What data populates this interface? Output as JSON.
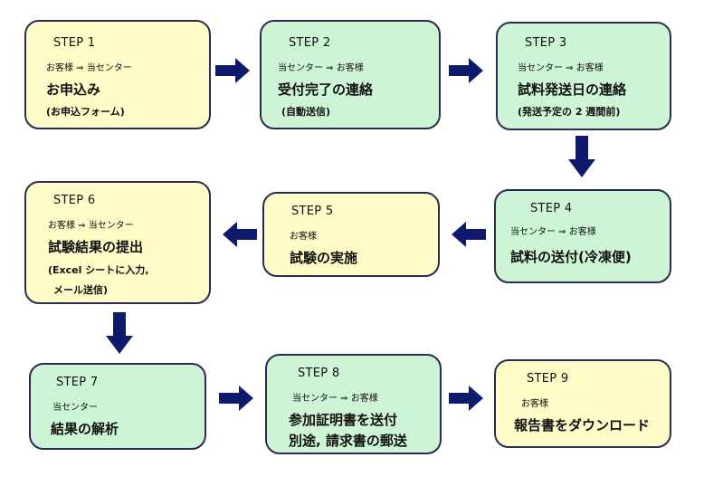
{
  "colors": {
    "yellow": "#fffcc8",
    "green": "#cef4d6",
    "border": "#2a2a55",
    "arrow": "#0e1a6b"
  },
  "steps": [
    {
      "label": "STEP 1",
      "direction": "お客様 ⇒ 当センター",
      "title": "お申込み",
      "sub": "(お申込フォーム)",
      "color": "#fffcc8"
    },
    {
      "label": "STEP 2",
      "direction": "当センター ⇒ お客様",
      "title": "受付完了の連絡",
      "sub": "(自動送信)",
      "color": "#cef4d6"
    },
    {
      "label": "STEP 3",
      "direction": "当センター ⇒ お客様",
      "title": "試料発送日の連絡",
      "sub": "(発送予定の 2 週間前)",
      "color": "#cef4d6"
    },
    {
      "label": "STEP 4",
      "direction": "当センター ⇒ お客様",
      "title": "試料の送付(冷凍便)",
      "sub": "",
      "color": "#cef4d6"
    },
    {
      "label": "STEP 5",
      "direction": "お客様",
      "title": "試験の実施",
      "sub": "",
      "color": "#fffcc8"
    },
    {
      "label": "STEP 6",
      "direction": "お客様 ⇒ 当センター",
      "title": "試験結果の提出",
      "sub": "(Excel シートに入力,",
      "sub2": "メール送信)",
      "color": "#fffcc8"
    },
    {
      "label": "STEP 7",
      "direction": "当センター",
      "title": "結果の解析",
      "sub": "",
      "color": "#cef4d6"
    },
    {
      "label": "STEP 8",
      "direction": "当センター ⇒ お客様",
      "title": "参加証明書を送付",
      "title2": "別途, 請求書の郵送",
      "color": "#cef4d6"
    },
    {
      "label": "STEP 9",
      "direction": "お客様",
      "title": "報告書をダウンロード",
      "sub": "",
      "color": "#fffcc8"
    }
  ]
}
